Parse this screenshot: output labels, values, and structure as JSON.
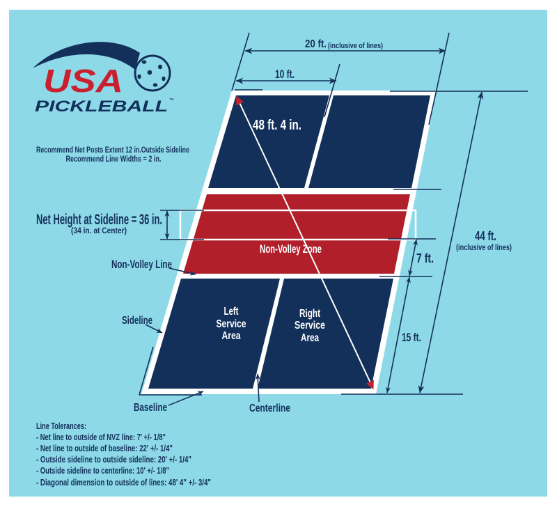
{
  "logo": {
    "line1": "USA",
    "line2": "PICKLEBALL",
    "trademark": "™"
  },
  "notes": {
    "net_posts": "Recommend Net Posts Extent 12 in.Outside Sideline",
    "line_widths": "Recommend Line Widths = 2 in."
  },
  "dimensions": {
    "width_total": {
      "value": "20 ft.",
      "note": "(inclusive of lines)"
    },
    "width_half": {
      "value": "10 ft."
    },
    "diagonal": {
      "value": "48 ft. 4 in."
    },
    "length_total": {
      "value": "44 ft.",
      "note": "(inclusive of lines)"
    },
    "nvz_depth": {
      "value": "7 ft."
    },
    "service_depth": {
      "value": "15 ft."
    },
    "net_height": {
      "value": "Net Height at Sideline = 36 in.",
      "note": "(34 in. at Center)"
    }
  },
  "zones": {
    "nvz": "Non-Volley Zone",
    "left_service": [
      "Left",
      "Service",
      "Area"
    ],
    "right_service": [
      "Right",
      "Service",
      "Area"
    ]
  },
  "callouts": {
    "non_volley_line": "Non-Volley Line",
    "sideline": "Sideline",
    "baseline": "Baseline",
    "centerline": "Centerline"
  },
  "tolerances": {
    "title": "Line Tolerances:",
    "items": [
      "- Net line to outside of NVZ line: 7' +/- 1/8\"",
      "- Net line to outside of baseline: 22' +/- 1/4\"",
      "- Outside sideline to outside sideline: 20' +/- 1/4\"",
      "- Outside sideline to centerline: 10' +/- 1/8\"",
      "- Diagonal dimension to outside of lines: 48' 4\" +/- 3/4\""
    ]
  },
  "colors": {
    "background": "#8ed9e8",
    "court_navy": "#13305a",
    "nvz_red": "#b11f2a",
    "logo_red": "#c8202f",
    "lines": "#ffffff"
  }
}
